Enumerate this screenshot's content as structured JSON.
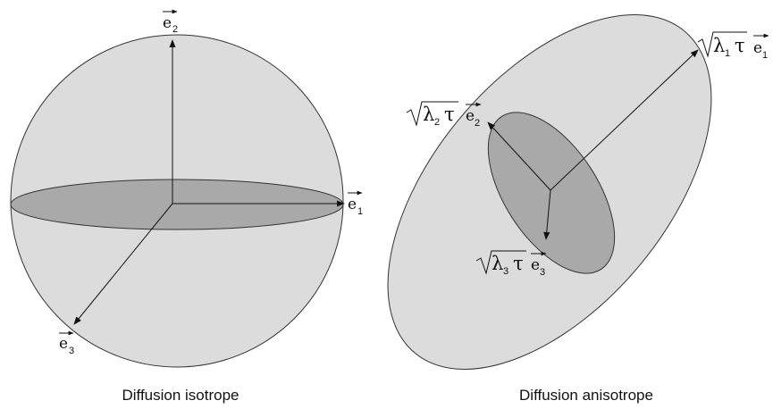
{
  "isotrope": {
    "caption": "Diffusion isotrope",
    "vector_e2": {
      "base": "e",
      "sub": "2"
    },
    "vector_e1": {
      "base": "e",
      "sub": "1"
    },
    "vector_e3": {
      "base": "e",
      "sub": "3"
    }
  },
  "anisotrope": {
    "caption": "Diffusion anisotrope",
    "label_1": {
      "radicand_letter": "λ",
      "radicand_sub": "1",
      "tau": "τ",
      "base": "e",
      "sub": "1"
    },
    "label_2": {
      "radicand_letter": "λ",
      "radicand_sub": "2",
      "tau": "τ",
      "base": "e",
      "sub": "2"
    },
    "label_3": {
      "radicand_letter": "λ",
      "radicand_sub": "3",
      "tau": "τ",
      "base": "e",
      "sub": "3"
    }
  }
}
